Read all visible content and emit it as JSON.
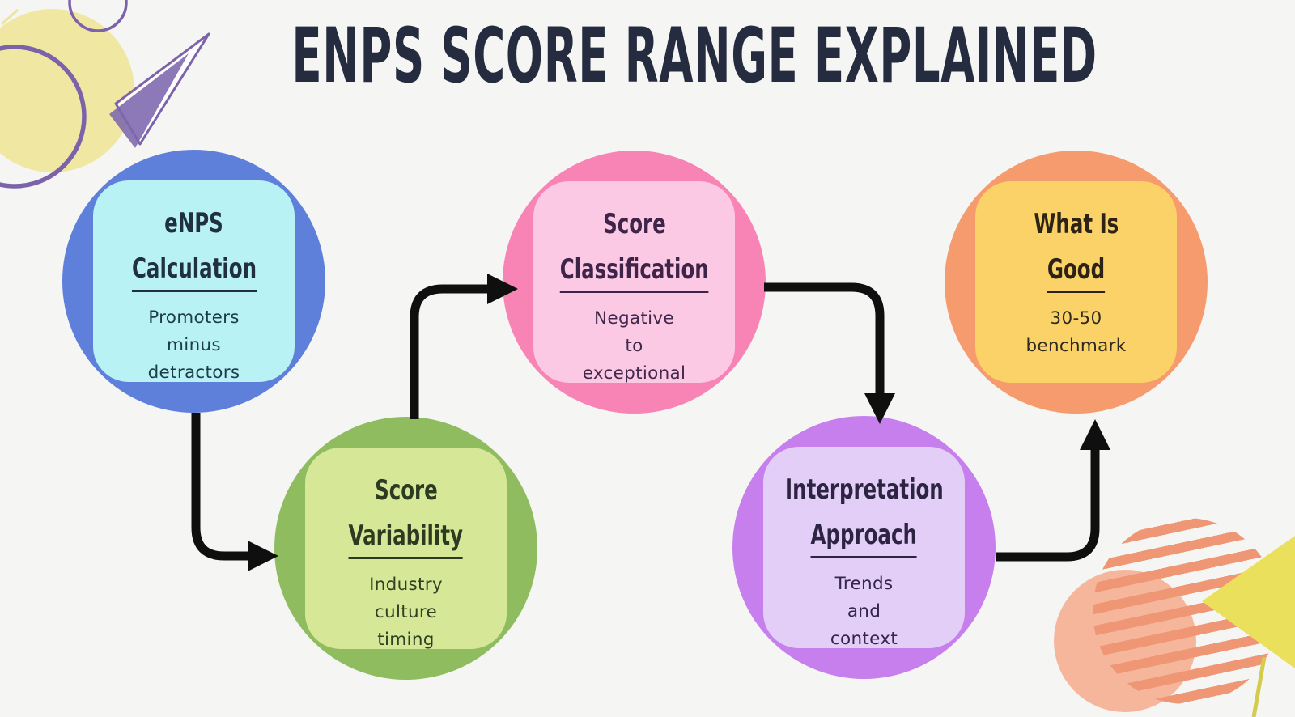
{
  "title": "ENPS SCORE RANGE EXPLAINED",
  "palette": {
    "background": "#F5F5F3",
    "title_color": "#252C3F",
    "connector": "#0F0F0F",
    "deco_yellow": "#F0E8A2",
    "deco_purple": "#7C63A9",
    "deco_purple_fill": "#7D67AE",
    "deco_salmon": "#F6B69C",
    "deco_stripe": "#EF9775",
    "deco_triangle_yellow": "#EAE05C",
    "deco_line_yellow": "#D5CB4D"
  },
  "nodes": [
    {
      "id": "enps-calculation",
      "heading_line1": "eNPS",
      "heading_line2": "Calculation",
      "body_lines": [
        "Promoters",
        "minus",
        "detractors"
      ],
      "circle_color": "#5E80DB",
      "panel_color": "#B9F2F5",
      "heading_color": "#20303F",
      "body_color": "#1D3C49"
    },
    {
      "id": "score-variability",
      "heading_line1": "Score",
      "heading_line2": "Variability",
      "body_lines": [
        "Industry",
        "culture",
        "timing"
      ],
      "circle_color": "#90BC60",
      "panel_color": "#D6E897",
      "heading_color": "#2C3A22",
      "body_color": "#2F4023"
    },
    {
      "id": "score-classification",
      "heading_line1": "Score",
      "heading_line2": "Classification",
      "body_lines": [
        "Negative",
        "to",
        "exceptional"
      ],
      "circle_color": "#F784B5",
      "panel_color": "#FBC9E3",
      "heading_color": "#3E2449",
      "body_color": "#40294D"
    },
    {
      "id": "interpretation-approach",
      "heading_line1": "Interpretation",
      "heading_line2": "Approach",
      "body_lines": [
        "Trends",
        "and",
        "context"
      ],
      "circle_color": "#C77FEE",
      "panel_color": "#E2CEF6",
      "heading_color": "#2C2440",
      "body_color": "#35254A"
    },
    {
      "id": "what-is-good",
      "heading_line1": "What Is",
      "heading_line2": "Good",
      "body_lines": [
        "30-50",
        "benchmark"
      ],
      "circle_color": "#F59B6D",
      "panel_color": "#FBD268",
      "heading_color": "#2C2315",
      "body_color": "#2E2A1D"
    }
  ],
  "connections": [
    {
      "from": "enps-calculation",
      "to": "score-variability"
    },
    {
      "from": "score-variability",
      "to": "score-classification"
    },
    {
      "from": "score-classification",
      "to": "interpretation-approach"
    },
    {
      "from": "interpretation-approach",
      "to": "what-is-good"
    }
  ]
}
